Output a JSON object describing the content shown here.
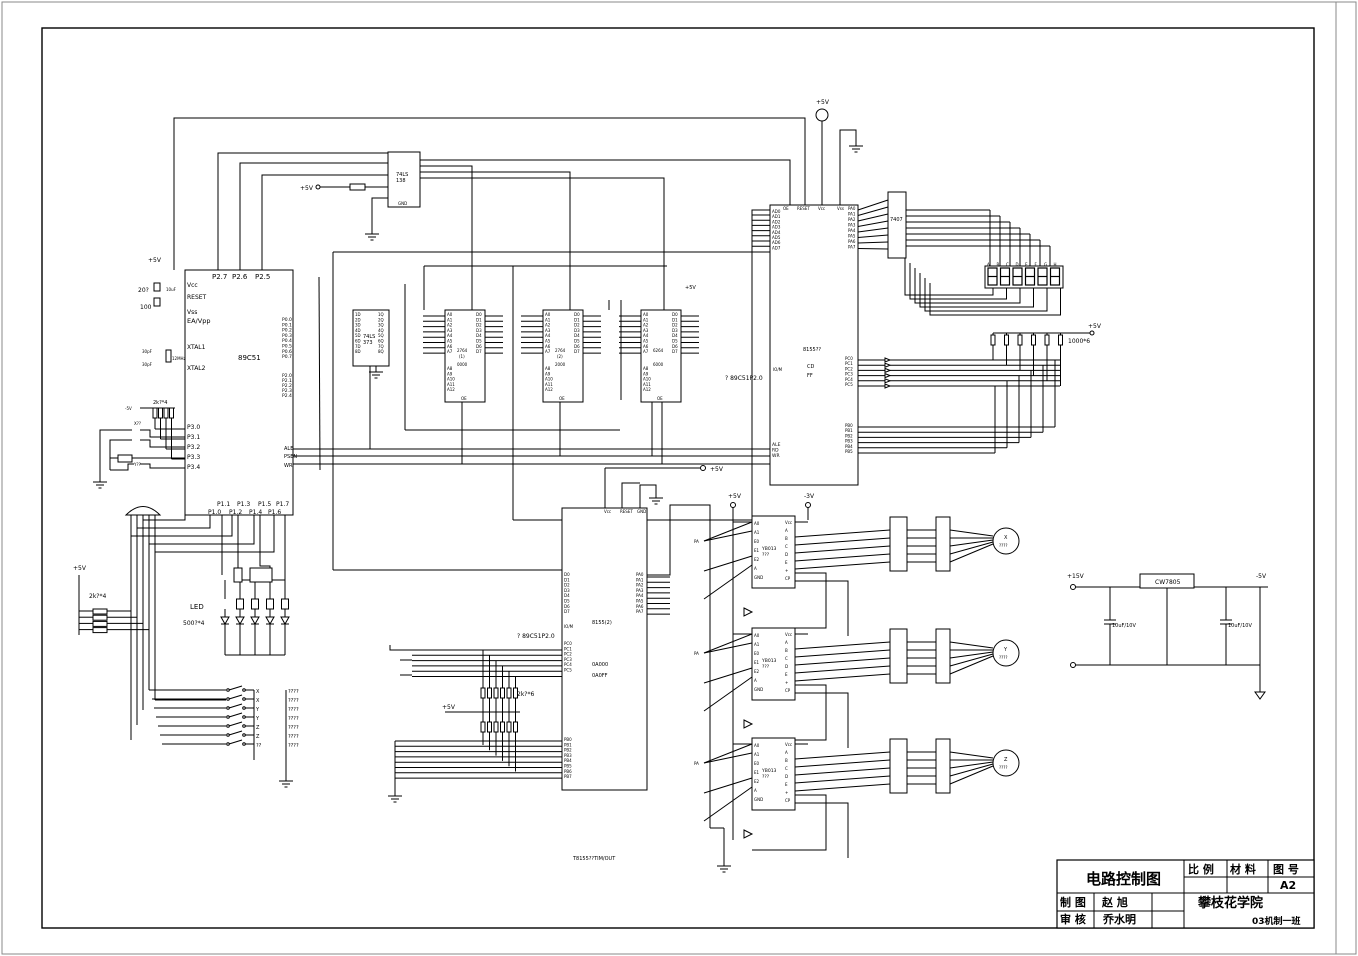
{
  "mcu": {
    "name": "89C51",
    "vcc": "Vcc",
    "reset": "RESET",
    "vss": "Vss",
    "ea": "EA/Vpp",
    "xtal1": "XTAL1",
    "xtal2": "XTAL2",
    "top_pins": [
      "P2.7",
      "P2.6",
      "P2.5"
    ],
    "p0": [
      "P0.0",
      "P0.1",
      "P0.2",
      "P0.3",
      "P0.4",
      "P0.5",
      "P0.6",
      "P0.7"
    ],
    "p2low": [
      "P2.0",
      "P2.1",
      "P2.2",
      "P2.3",
      "P2.4"
    ],
    "p3": [
      "P3.0",
      "P3.1",
      "P3.2",
      "P3.3",
      "P3.4"
    ],
    "ctrl": [
      "ALE",
      "PSEN",
      "WR"
    ],
    "bottom_top": [
      "P1.1",
      "P1.3",
      "P1.5",
      "P1.7"
    ],
    "bottom_bot": [
      "P1.0",
      "P1.2",
      "P1.4",
      "P1.6"
    ]
  },
  "decoder": {
    "name1": "74LS",
    "name2": "138",
    "gnd": "GND"
  },
  "plus5v": "+5V",
  "minus5v": "-5V",
  "minus3v": "-3V",
  "plus15v": "+15V",
  "latch": {
    "name1": "74LS",
    "name2": "373",
    "pins_l": [
      "1D",
      "2D",
      "3D",
      "4D",
      "5D",
      "6D",
      "7D",
      "8D"
    ],
    "pins_r": [
      "1Q",
      "2Q",
      "3Q",
      "4Q",
      "5Q",
      "6Q",
      "7Q",
      "8Q"
    ]
  },
  "eprom_pins_l": [
    "A0",
    "A1",
    "A2",
    "A3",
    "A4",
    "A5",
    "A6",
    "A7"
  ],
  "eprom_pins_hi": [
    "A8",
    "A9",
    "A10",
    "A11",
    "A12"
  ],
  "eprom_pins_r": [
    "D0",
    "D1",
    "D2",
    "D3",
    "D4",
    "D5",
    "D6",
    "D7"
  ],
  "eproms": [
    {
      "name": "2764",
      "sub": "(1)",
      "range": "0000"
    },
    {
      "name": "2764",
      "sub": "(2)",
      "range": "2000"
    },
    {
      "name": "6264",
      "sub": "",
      "range": "6000"
    }
  ],
  "oe": "OE",
  "chip8155a": {
    "name": "8155??",
    "addr": "? 89C51P2.0",
    "io": "IO/M",
    "cd": "CD",
    "ff": "FF",
    "pa": [
      "PA0",
      "PA1",
      "PA2",
      "PA3",
      "PA4",
      "PA5",
      "PA6",
      "PA7"
    ],
    "pb": [
      "PB0",
      "PB1",
      "PB2",
      "PB3",
      "PB4",
      "PB5"
    ],
    "pc": [
      "PC0",
      "PC1",
      "PC2",
      "PC3",
      "PC4",
      "PC5"
    ],
    "ad": [
      "AD0",
      "AD1",
      "AD2",
      "AD3",
      "AD4",
      "AD5",
      "AD6",
      "AD7"
    ],
    "ctrl": [
      "ALE",
      "RD",
      "WR"
    ]
  },
  "chip8155b": {
    "name": "8155(2)",
    "addr": "? 89C51P2.0",
    "r1": "0A000",
    "r2": "0A0FF",
    "pa": [
      "PA0",
      "PA1",
      "PA2",
      "PA3",
      "PA4",
      "PA5",
      "PA6",
      "PA7"
    ],
    "pb": [
      "PB0",
      "PB1",
      "PB2",
      "PB3",
      "PB4",
      "PB5",
      "PB6",
      "PB7"
    ],
    "pc": [
      "PC0",
      "PC1",
      "PC2",
      "PC3",
      "PC4",
      "PC5"
    ],
    "bottom": "T8155??TIM/OUT"
  },
  "buffer": "7407",
  "led_display": {
    "segments": [
      "A",
      "B",
      "C",
      "D",
      "E",
      "F",
      "G",
      "H"
    ],
    "res": "1000*6"
  },
  "led": {
    "label": "LED",
    "res": "500?*4",
    "pullup": "2k?*4"
  },
  "pull_res": "2k?*6",
  "pull_res_b": "2k?*4",
  "drivers": [
    {
      "name": "YB013",
      "sub": "???",
      "motor": "X",
      "label": "????"
    },
    {
      "name": "YB013",
      "sub": "???",
      "motor": "Y",
      "label": "????"
    },
    {
      "name": "YB013",
      "sub": "???",
      "motor": "Z",
      "label": "????"
    }
  ],
  "amp_label": "????",
  "regulator": {
    "name": "CW7805",
    "c1": "10uF/10V",
    "c2": "10uF/10V"
  },
  "switches": [
    "X",
    "X",
    "Y",
    "Y",
    "Z",
    "Z",
    "??"
  ],
  "p3_labels": [
    "X??",
    "Y??"
  ],
  "crystal": "12MHz",
  "caps": [
    "30pF",
    "30pF"
  ],
  "reset_parts": [
    "20?",
    "10uF",
    "100"
  ],
  "title_block": {
    "title": "电路控制图",
    "h_scale": "比 例",
    "h_material": "材 料",
    "h_drawing_no": "图 号",
    "drawing_no": "A2",
    "r1_label": "制 图",
    "r1_name": "赵 旭",
    "r2_label": "审 核",
    "r2_name": "乔水明",
    "school": "攀枝花学院",
    "class_name": "03机制一班"
  }
}
